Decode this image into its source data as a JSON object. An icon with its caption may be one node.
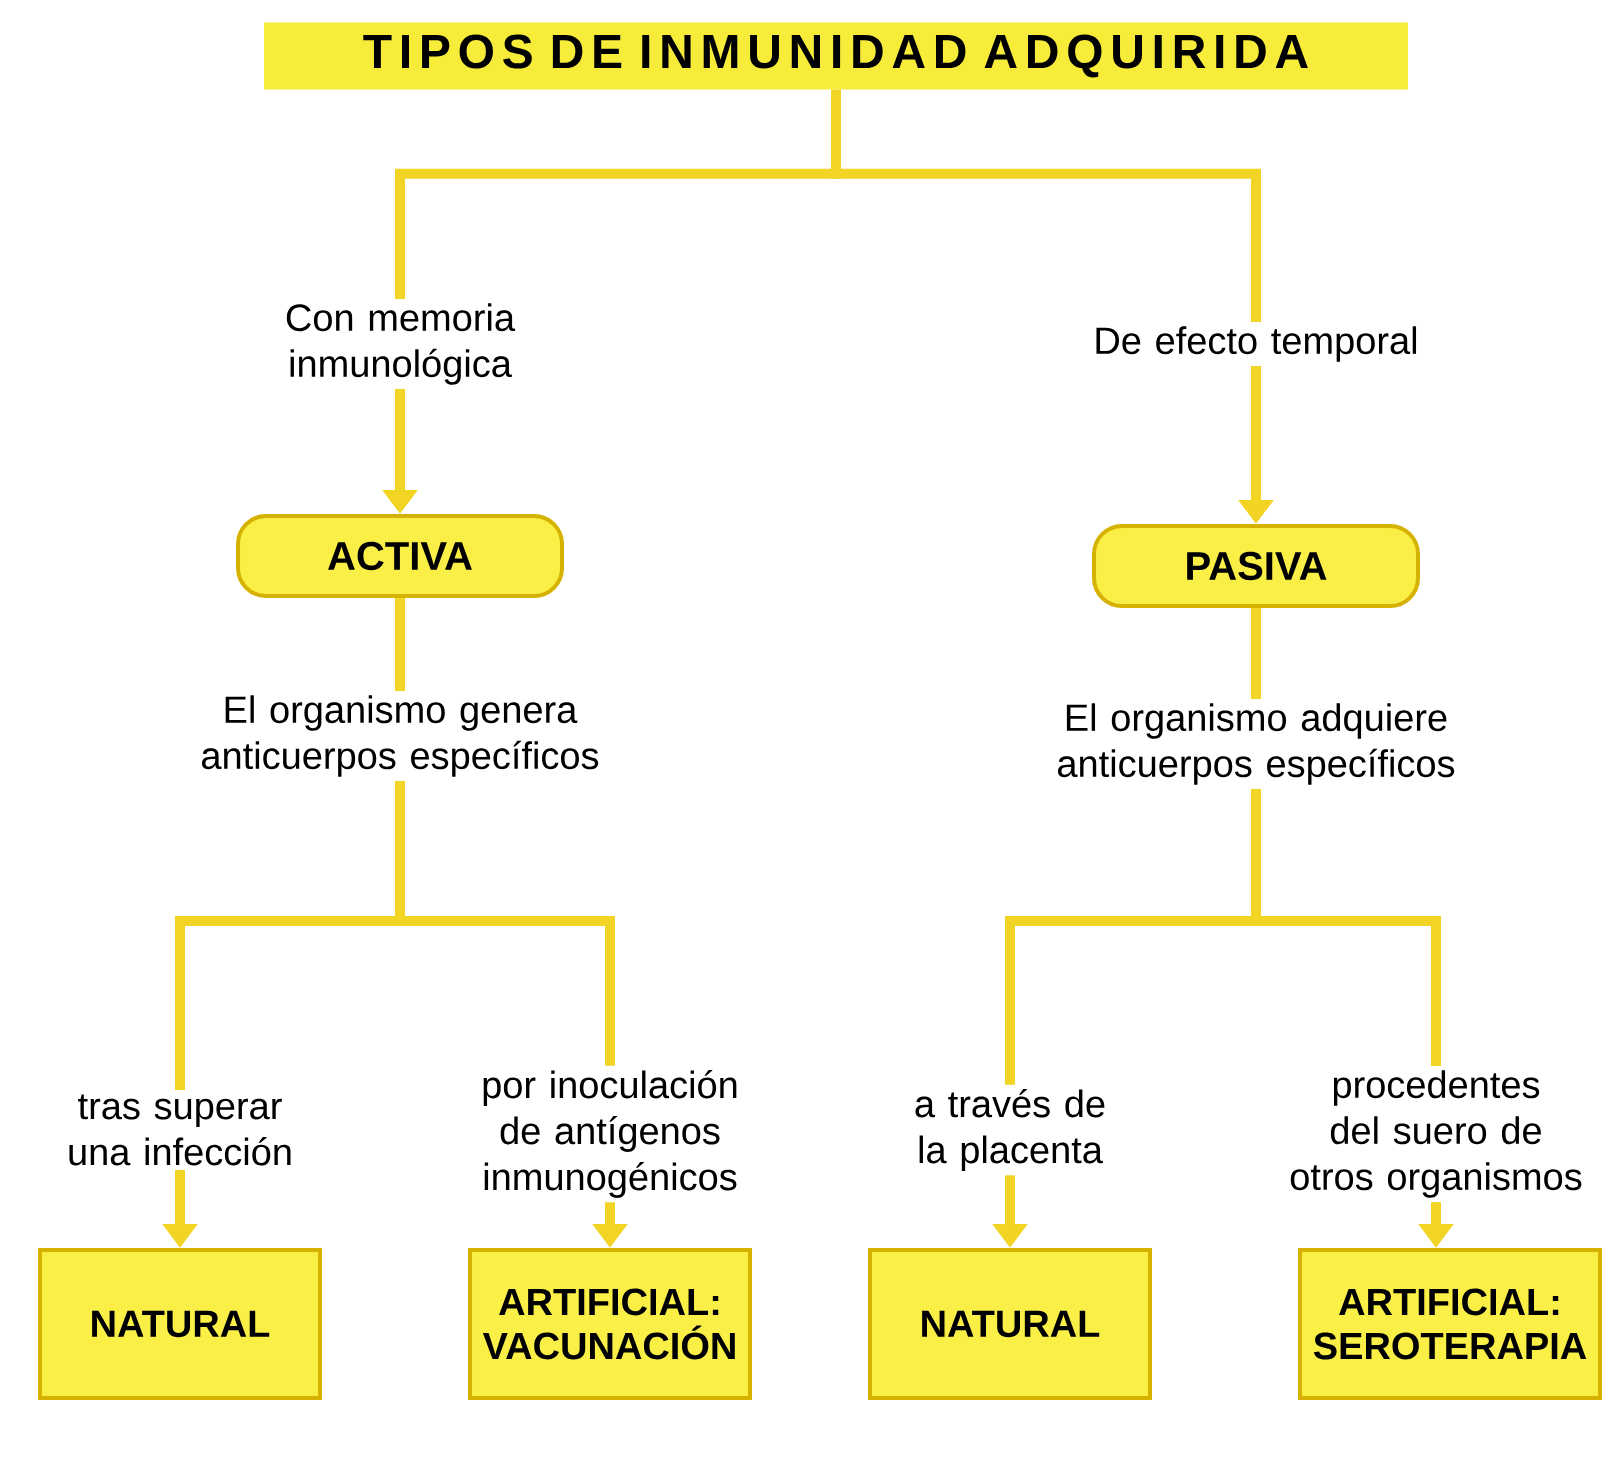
{
  "diagram": {
    "nodes": [
      {
        "text": [
          "TIPOS DE INMUNIDAD ADQUIRIDA"
        ]
      },
      {
        "text": [
          "Con memoria inmunológica"
        ]
      },
      {
        "text": [
          "De efecto temporal"
        ]
      },
      {
        "text": [
          "ACTIVA"
        ]
      },
      {
        "text": [
          "PASIVA"
        ]
      },
      {
        "text": [
          "El organismo genera anticuerpos específicos"
        ]
      },
      {
        "text": [
          "El organismo adquiere anticuerpos específicos"
        ]
      },
      {
        "text": [
          "tras superar una infección"
        ]
      },
      {
        "text": [
          "por inoculación de antígenos inmunogénicos"
        ]
      },
      {
        "text": [
          "a través de la placenta"
        ]
      },
      {
        "text": [
          "procedentes del suero de otros organismos"
        ]
      },
      {
        "text": [
          "NATURAL"
        ]
      },
      {
        "text": [
          "ARTIFICIAL: VACUNACIÓN"
        ]
      },
      {
        "text": [
          "NATURAL"
        ]
      },
      {
        "text": [
          "ARTIFICIAL: SEROTERAPIA"
        ]
      }
    ],
    "edges": [
      {
        "from": 0,
        "to": 1,
        "arrow": "none"
      },
      {
        "from": 0,
        "to": 2,
        "arrow": "none"
      },
      {
        "from": 1,
        "to": 3,
        "arrow": "to"
      },
      {
        "from": 2,
        "to": 4,
        "arrow": "to"
      },
      {
        "from": 3,
        "to": 5,
        "arrow": "none"
      },
      {
        "from": 4,
        "to": 6,
        "arrow": "none"
      },
      {
        "from": 5,
        "to": 7,
        "arrow": "none"
      },
      {
        "from": 5,
        "to": 8,
        "arrow": "none"
      },
      {
        "from": 6,
        "to": 9,
        "arrow": "none"
      },
      {
        "from": 6,
        "to": 10,
        "arrow": "none"
      },
      {
        "from": 7,
        "to": 11,
        "arrow": "to"
      },
      {
        "from": 8,
        "to": 12,
        "arrow": "to"
      },
      {
        "from": 9,
        "to": 13,
        "arrow": "to"
      },
      {
        "from": 10,
        "to": 14,
        "arrow": "to"
      }
    ]
  }
}
